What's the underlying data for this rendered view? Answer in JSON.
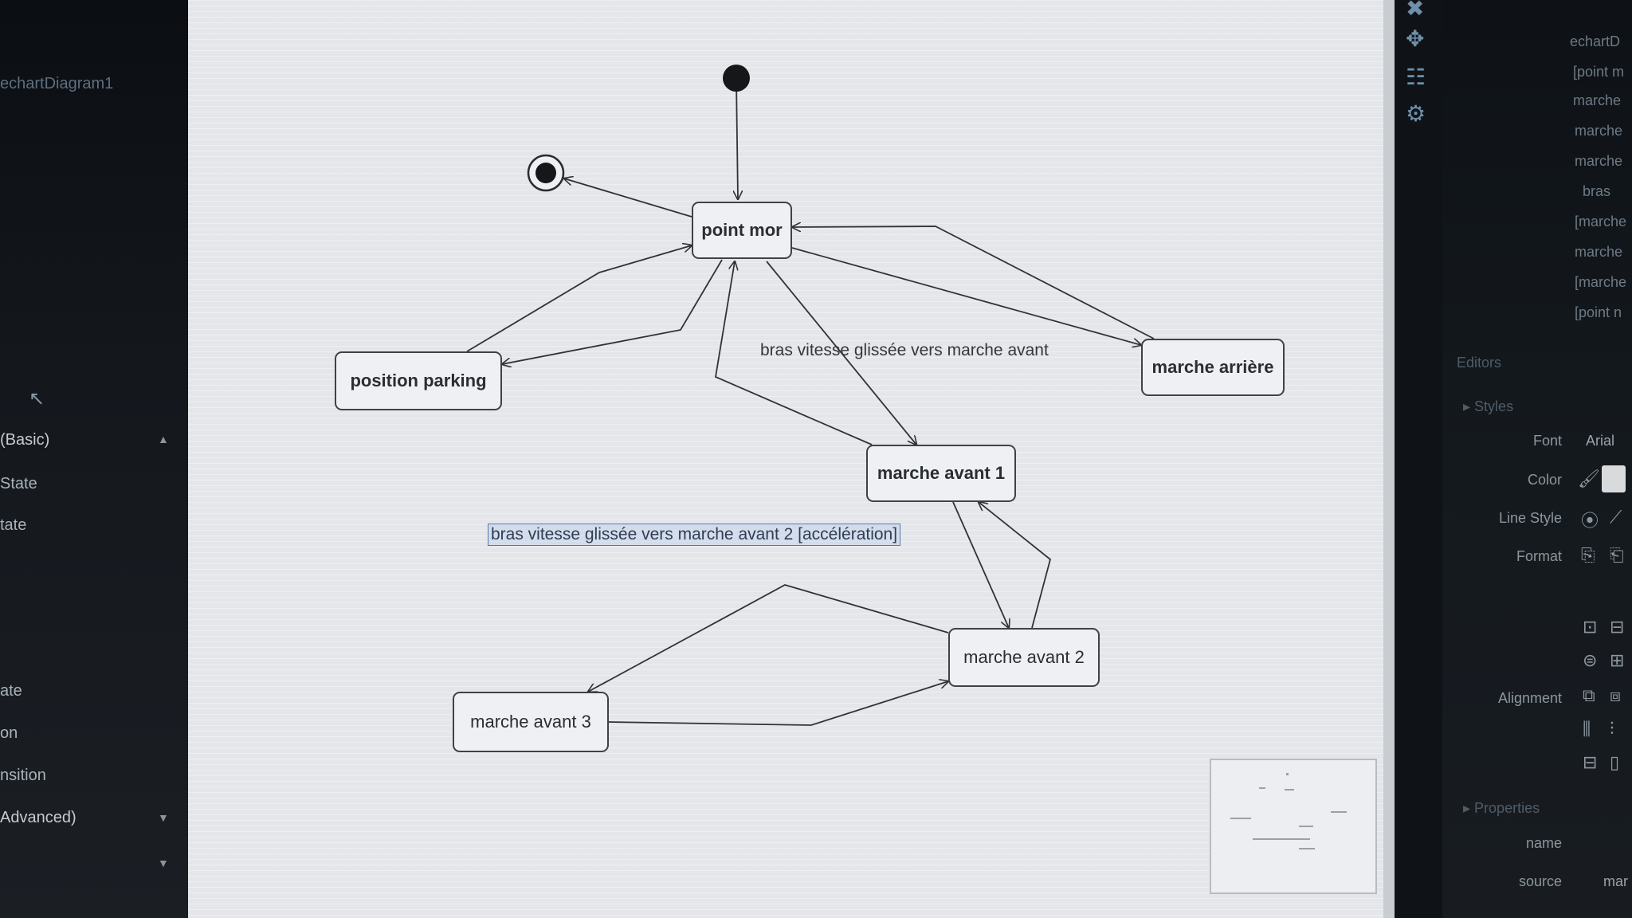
{
  "left_panel": {
    "diagram_name": "echartDiagram1",
    "items": [
      {
        "label": "(Basic)",
        "arrow": "▲"
      },
      {
        "label": "State"
      },
      {
        "label": "tate"
      },
      {
        "label": "ate"
      },
      {
        "label": "on"
      },
      {
        "label": "nsition"
      },
      {
        "label": "Advanced)",
        "arrow": "▼"
      },
      {
        "label": "",
        "arrow": "▼"
      }
    ]
  },
  "diagram": {
    "states": {
      "point_mort": "point mor",
      "position_parking": "position parking",
      "marche_arriere": "marche arrière",
      "marche_avant_1": "marche avant 1",
      "marche_avant_2": "marche avant 2",
      "marche_avant_3": "marche avant 3"
    },
    "edge_labels": {
      "to_marche_avant": "bras vitesse glissée vers marche avant",
      "to_marche_avant_2": "bras vitesse glissée vers marche avant 2 [accélération]"
    }
  },
  "right_panel": {
    "outline": [
      "echartD",
      "[point m",
      "marche",
      "marche",
      "marche",
      "bras",
      "[marche",
      "marche",
      "[marche",
      "[point n"
    ],
    "editors_label": "Editors",
    "styles_label": "Styles",
    "font_label": "Font",
    "font_value": "Arial",
    "color_label": "Color",
    "line_style_label": "Line Style",
    "format_label": "Format",
    "alignment_label": "Alignment",
    "properties_label": "Properties",
    "name_label": "name",
    "source_label": "source",
    "source_value": "mar"
  },
  "colors": {
    "canvas": "#e4e6ea",
    "node_border": "#3d4246",
    "selection": "#5577aa",
    "panel_dark": "#14181d"
  }
}
